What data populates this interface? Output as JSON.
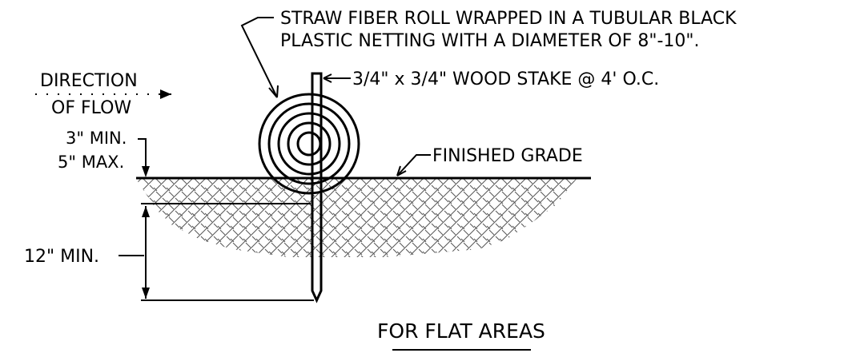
{
  "labels": {
    "roll_line1": "STRAW FIBER ROLL WRAPPED IN A TUBULAR BLACK",
    "roll_line2": "PLASTIC NETTING WITH A DIAMETER OF 8\"-10\".",
    "stake": "3/4\" x 3/4\" WOOD STAKE @ 4' O.C.",
    "direction_line1": "DIRECTION",
    "direction_line2": "OF FLOW",
    "height_min": "3\" MIN.",
    "height_max": "5\" MAX.",
    "finished_grade": "FINISHED GRADE",
    "depth_min": "12\" MIN.",
    "title": "FOR FLAT AREAS"
  }
}
